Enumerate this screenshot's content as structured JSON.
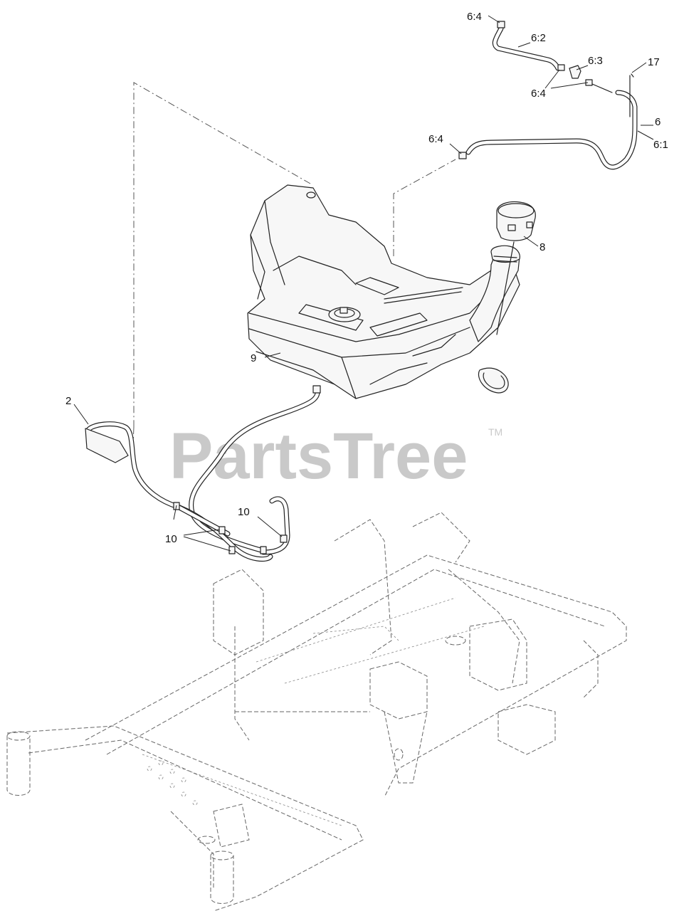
{
  "watermark": {
    "text": "PartsTree",
    "trademark": "TM"
  },
  "callouts": [
    {
      "id": "c-6-4-top",
      "label": "6:4"
    },
    {
      "id": "c-6-2",
      "label": "6:2"
    },
    {
      "id": "c-6-3",
      "label": "6:3"
    },
    {
      "id": "c-17",
      "label": "17"
    },
    {
      "id": "c-6-4-mid",
      "label": "6:4"
    },
    {
      "id": "c-6",
      "label": "6"
    },
    {
      "id": "c-6-1",
      "label": "6:1"
    },
    {
      "id": "c-6-4-left",
      "label": "6:4"
    },
    {
      "id": "c-8",
      "label": "8"
    },
    {
      "id": "c-9",
      "label": "9"
    },
    {
      "id": "c-2",
      "label": "2"
    },
    {
      "id": "c-10-right",
      "label": "10"
    },
    {
      "id": "c-10-left",
      "label": "10"
    }
  ]
}
